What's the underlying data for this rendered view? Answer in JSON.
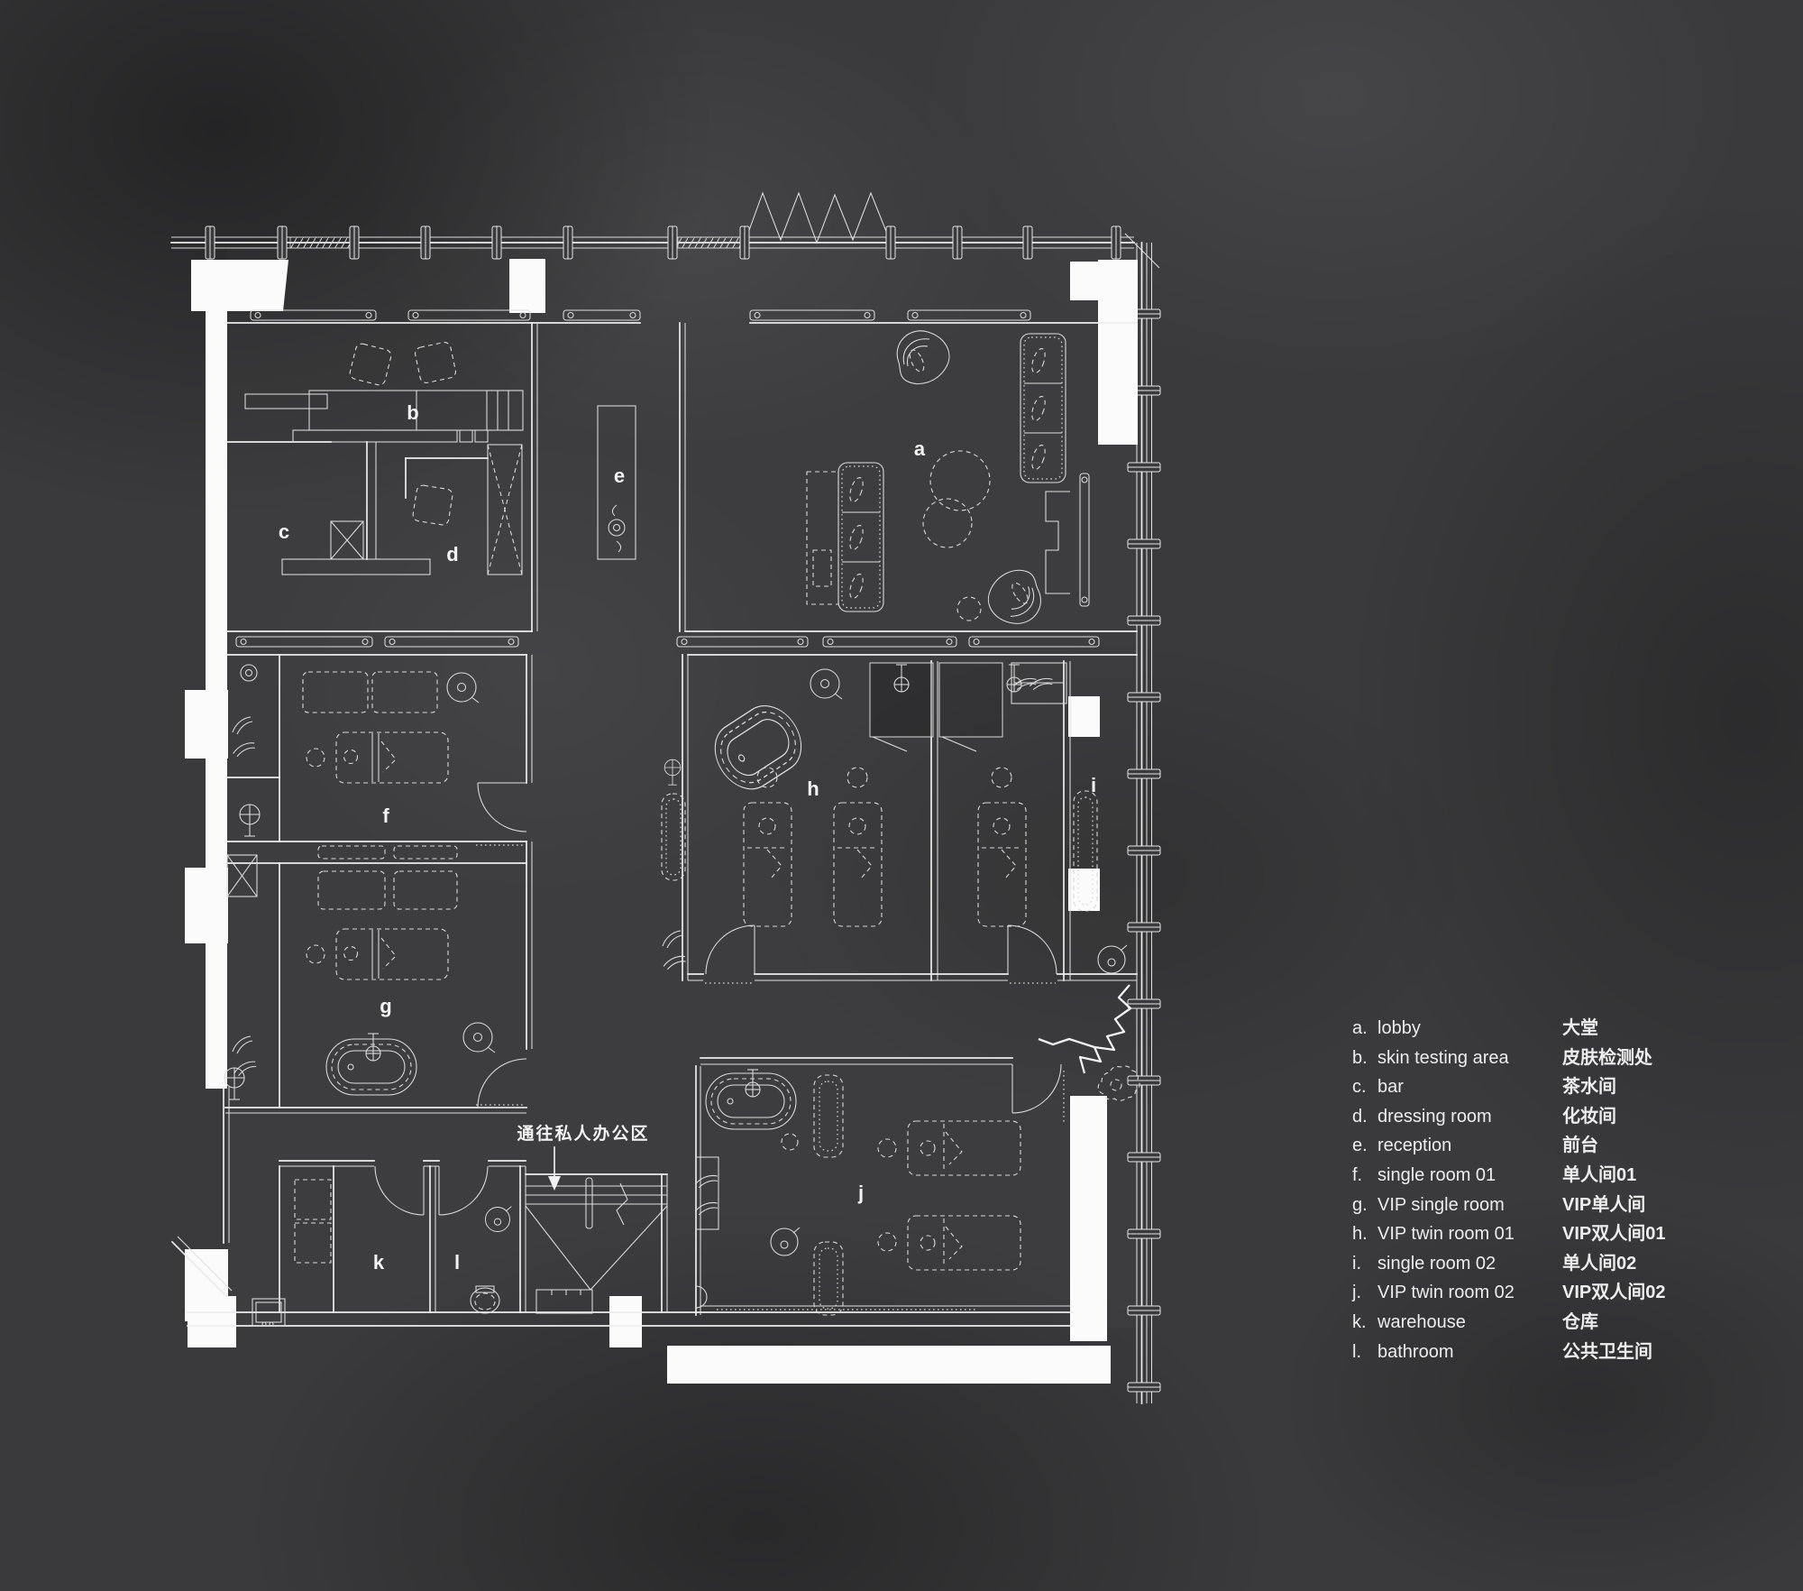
{
  "legend": {
    "rows": [
      {
        "label": "a.",
        "en": "lobby",
        "zh": "大堂"
      },
      {
        "label": "b.",
        "en": "skin testing area",
        "zh": "皮肤检测处"
      },
      {
        "label": "c.",
        "en": "bar",
        "zh": "茶水间"
      },
      {
        "label": "d.",
        "en": "dressing room",
        "zh": "化妆间"
      },
      {
        "label": "e.",
        "en": "reception",
        "zh": "前台"
      },
      {
        "label": "f.",
        "en": "single room 01",
        "zh": "单人间01"
      },
      {
        "label": "g.",
        "en": "VIP single room",
        "zh": "VIP单人间"
      },
      {
        "label": "h.",
        "en": "VIP twin room 01",
        "zh": "VIP双人间01"
      },
      {
        "label": "i.",
        "en": "single room 02",
        "zh": "单人间02"
      },
      {
        "label": "j.",
        "en": "VIP twin room 02",
        "zh": "VIP双人间02"
      },
      {
        "label": "k.",
        "en": "warehouse",
        "zh": "仓库"
      },
      {
        "label": "l.",
        "en": "bathroom",
        "zh": "公共卫生间"
      }
    ]
  },
  "plan": {
    "annotation_text": "通往私人办公区",
    "room_letters": [
      "a",
      "b",
      "c",
      "d",
      "e",
      "f",
      "g",
      "h",
      "i",
      "j",
      "k",
      "l"
    ]
  },
  "colors": {
    "background": "#3a3a3c",
    "line": "#ececec",
    "text": "#ededed",
    "column_fill": "#fbfbfb"
  }
}
